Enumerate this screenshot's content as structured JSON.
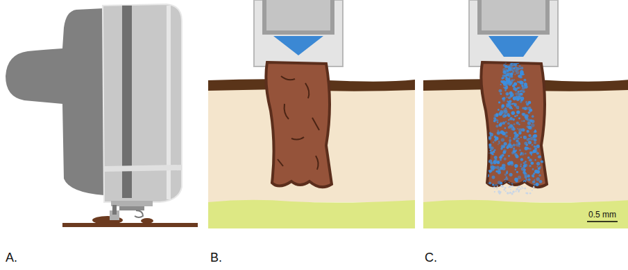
{
  "diagram": {
    "labels": [
      "A.",
      "B.",
      "C.",
      "0.5 mm"
    ]
  }
}
